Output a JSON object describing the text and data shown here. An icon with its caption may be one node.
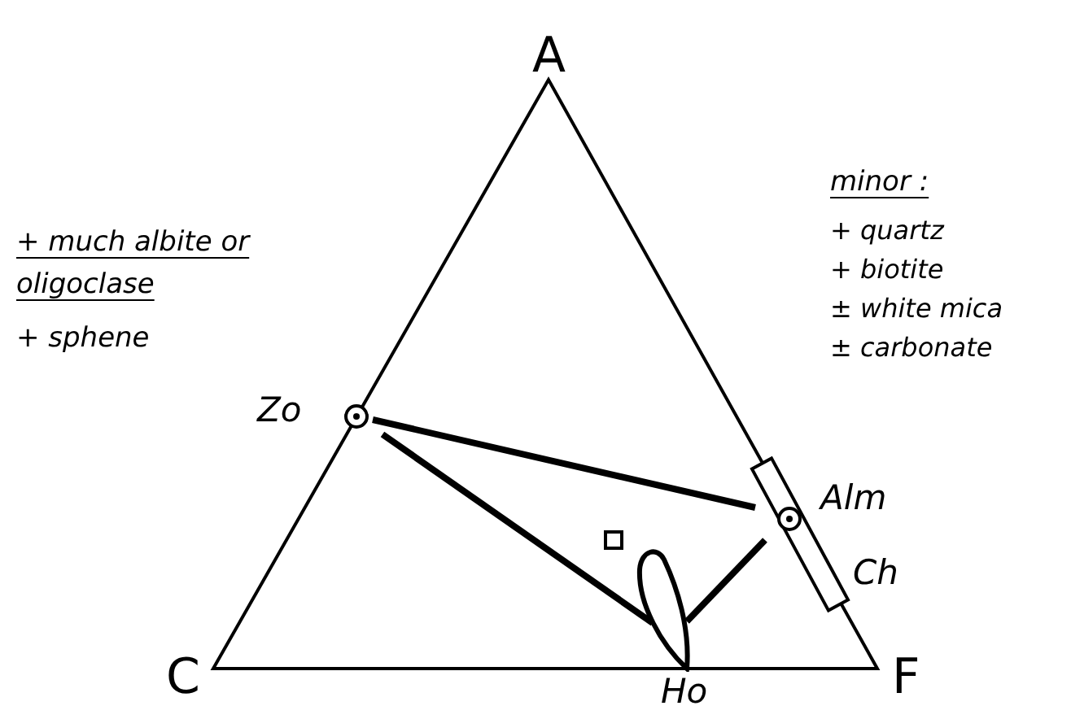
{
  "diagram": {
    "nodes": [
      {
        "text": [
          "Zo"
        ]
      },
      {
        "text": [
          "Ch"
        ]
      },
      {
        "text": [
          "Alm"
        ],
        "in": 1
      },
      {
        "text": [
          "Ho"
        ]
      },
      {
        "text": [],
        "shape": "box"
      }
    ],
    "edges": [
      {
        "from": 0,
        "to": 1,
        "arrow": "none"
      },
      {
        "from": 0,
        "to": 3,
        "arrow": "none"
      },
      {
        "from": 3,
        "to": 1,
        "arrow": "none"
      }
    ],
    "labels": [
      "A",
      "+ much albite or oligoclase",
      "+ sphene",
      "minor :",
      "+ quartz",
      "+ biotite",
      "± white mica",
      "± carbonate",
      "C",
      "F"
    ]
  }
}
